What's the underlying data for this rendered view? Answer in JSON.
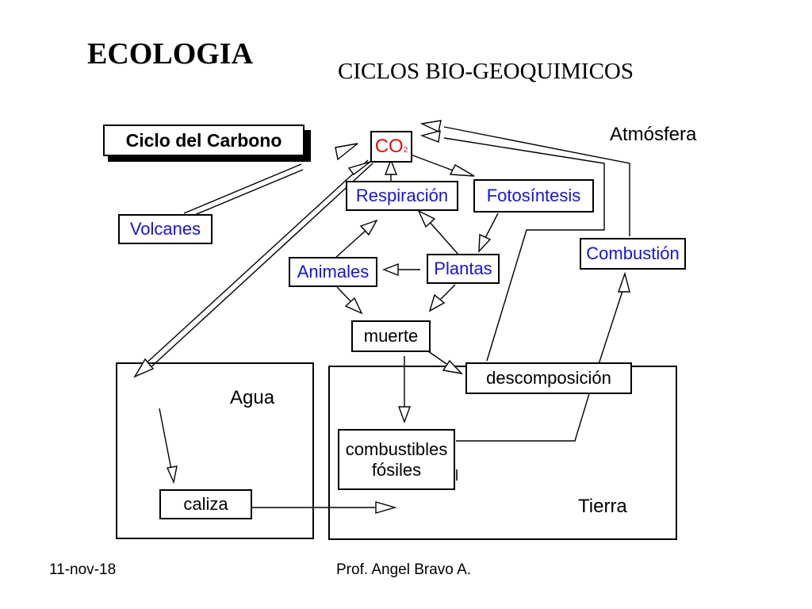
{
  "header": {
    "title": "ECOLOGIA",
    "subtitle": "CICLOS  BIO-GEOQUIMICOS"
  },
  "diagram": {
    "cycle_title": "Ciclo del Carbono",
    "regions": {
      "atmosphere": "Atmósfera",
      "water": "Agua",
      "land": "Tierra"
    },
    "nodes": {
      "co2_main": "CO",
      "co2_sub": "2",
      "respiration": "Respiración",
      "photosynthesis": "Fotosíntesis",
      "volcanoes": "Volcanes",
      "animals": "Animales",
      "plants": "Plantas",
      "combustion": "Combustión",
      "death": "muerte",
      "decomposition": "descomposición",
      "fossil_fuels_line1": "combustibles",
      "fossil_fuels_line2": "fósiles",
      "limestone": "caliza"
    },
    "colors": {
      "node_text_blue": "#1515d6",
      "co2_red": "#e01010"
    }
  },
  "footer": {
    "date": "11-nov-18",
    "author": "Prof.  Angel Bravo A."
  }
}
